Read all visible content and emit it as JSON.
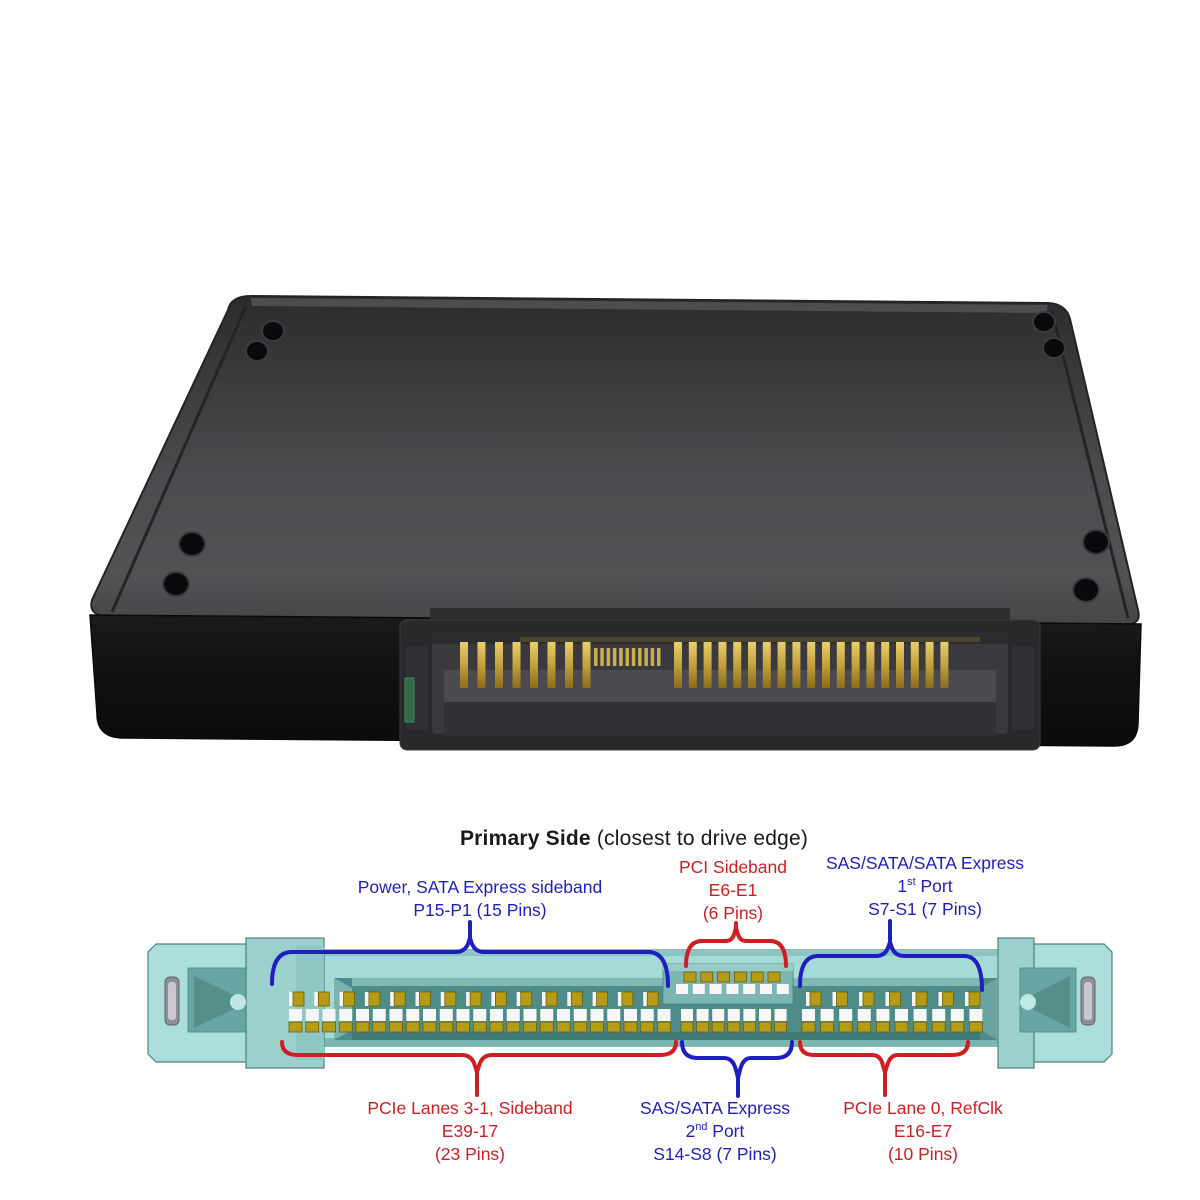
{
  "title": {
    "primary": "Primary Side",
    "suffix": "(closest to drive edge)"
  },
  "colors": {
    "blue": "#1f1fc0",
    "red": "#d01f23",
    "ink": "#1a1a1a",
    "gold": "#b59c14",
    "teal": "#a6dad6"
  },
  "photo": {
    "description": "Black 2.5-inch SSD drive viewed edge-on showing SFF-8639 (U.2 / SATA Express) connector with gold pins"
  },
  "diagram": {
    "top_labels": [
      {
        "id": "power",
        "color": "blue",
        "line1": "Power, SATA Express sideband",
        "line2": "P15-P1 (15 Pins)"
      },
      {
        "id": "pci_sideband",
        "color": "red",
        "line1": "PCI Sideband",
        "line2": "E6-E1",
        "line3": "(6 Pins)"
      },
      {
        "id": "sas_port1",
        "color": "blue",
        "line1": "SAS/SATA/SATA Express",
        "line2_pre": "1",
        "line2_sup": "st",
        "line2_post": " Port",
        "line3": "S7-S1 (7 Pins)"
      }
    ],
    "bottom_labels": [
      {
        "id": "pcie_lanes",
        "color": "red",
        "line1": "PCIe Lanes 3-1, Sideband",
        "line2": "E39-17",
        "line3": "(23 Pins)"
      },
      {
        "id": "sas_port2",
        "color": "blue",
        "line1": "SAS/SATA Express",
        "line2_pre": "2",
        "line2_sup": "nd",
        "line2_post": " Port",
        "line3": "S14-S8 (7 Pins)"
      },
      {
        "id": "pcie_lane0",
        "color": "red",
        "line1": "PCIe Lane 0, RefClk",
        "line2": "E16-E7",
        "line3": "(10 Pins)"
      }
    ],
    "pin_groups": [
      {
        "id": "P15-P1",
        "pins": 15,
        "row": "top",
        "section": "left",
        "signal": "Power, SATA Express sideband"
      },
      {
        "id": "E6-E1",
        "pins": 6,
        "row": "top",
        "section": "middle",
        "signal": "PCI Sideband"
      },
      {
        "id": "S7-S1",
        "pins": 7,
        "row": "top",
        "section": "right",
        "signal": "SAS/SATA/SATA Express 1st Port"
      },
      {
        "id": "E39-17",
        "pins": 23,
        "row": "bottom",
        "section": "left",
        "signal": "PCIe Lanes 3-1, Sideband"
      },
      {
        "id": "S14-S8",
        "pins": 7,
        "row": "bottom",
        "section": "middle",
        "signal": "SAS/SATA Express 2nd Port"
      },
      {
        "id": "E16-E7",
        "pins": 10,
        "row": "bottom",
        "section": "right",
        "signal": "PCIe Lane 0, RefClk"
      }
    ]
  }
}
